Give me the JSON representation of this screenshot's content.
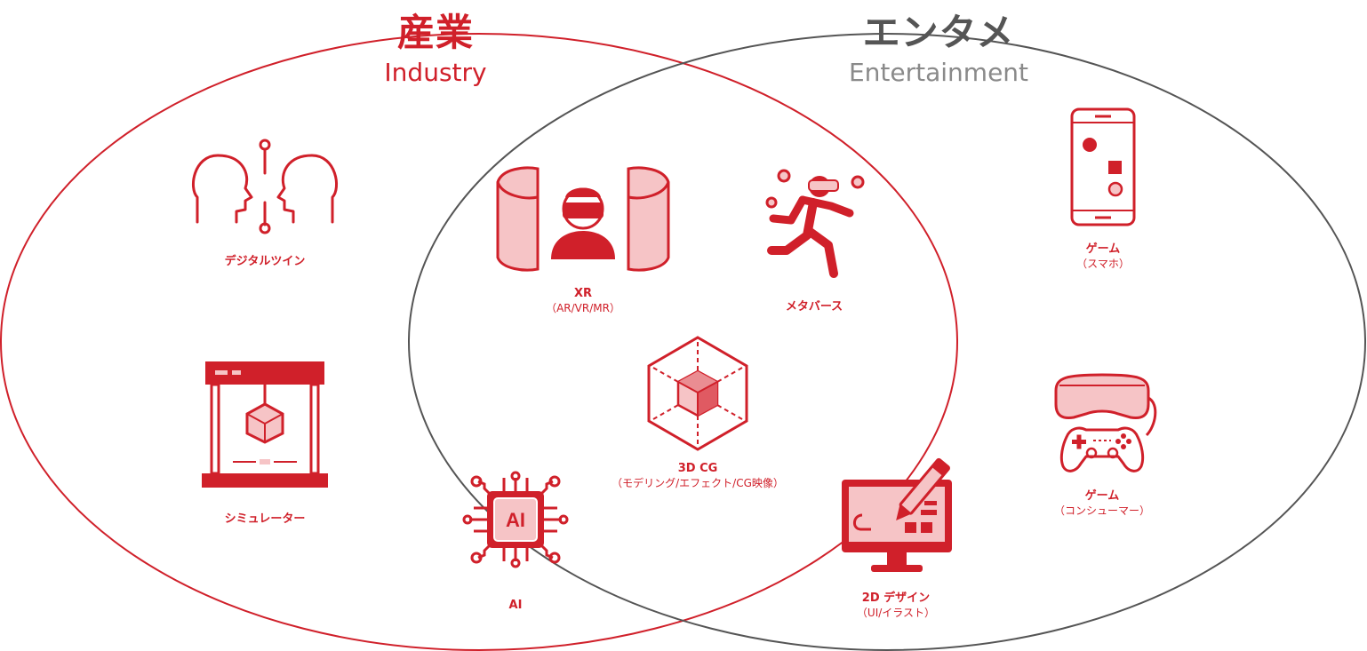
{
  "sets": {
    "industry": {
      "title": "産業",
      "subtitle": "Industry",
      "color": "#d0202a"
    },
    "entertainment": {
      "title": "エンタメ",
      "subtitle": "Entertainment",
      "color": "#555555"
    }
  },
  "items": {
    "digital_twin": {
      "label": "デジタルツイン"
    },
    "simulator": {
      "label": "シミュレーター"
    },
    "xr": {
      "label": "XR",
      "sub": "（AR/VR/MR）"
    },
    "metaverse": {
      "label": "メタバース"
    },
    "cg3d": {
      "label": "3D CG",
      "sub": "（モデリング/エフェクト/CG映像）"
    },
    "ai": {
      "label": "AI",
      "icon_text": "AI"
    },
    "design2d": {
      "label": "2D デザイン",
      "sub": "（UI/イラスト）"
    },
    "game_mobile": {
      "label": "ゲーム",
      "sub": "（スマホ）"
    },
    "game_console": {
      "label": "ゲーム",
      "sub": "（コンシューマー）"
    }
  },
  "colors": {
    "accent": "#d0202a",
    "accent_light": "#f6c4c6",
    "gray": "#555555"
  }
}
